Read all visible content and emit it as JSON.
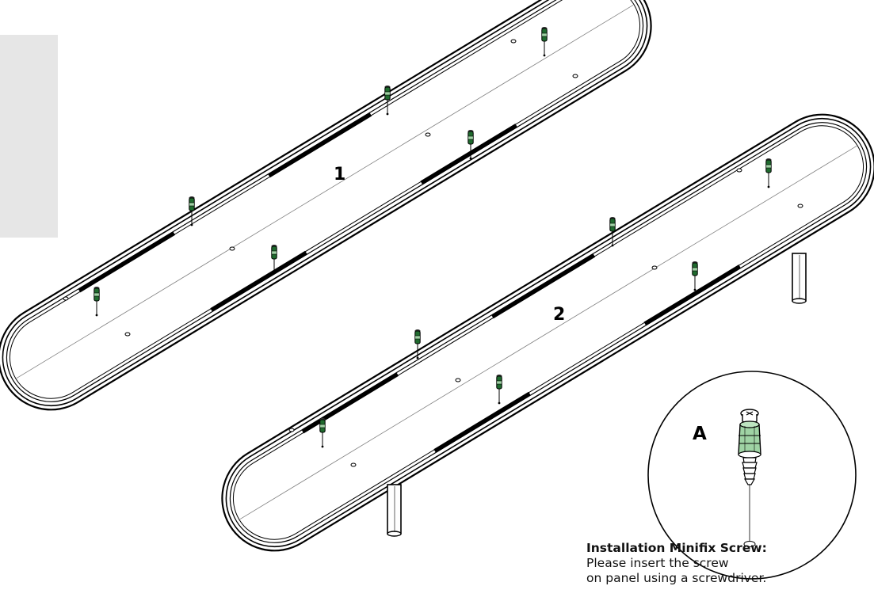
{
  "panels": [
    {
      "label": "1"
    },
    {
      "label": "2"
    }
  ],
  "detail": {
    "label": "A",
    "caption_title": "Installation Minifix Screw:",
    "caption_line1": "Please insert the screw",
    "caption_line2": "on panel using a screwdriver."
  },
  "colors": {
    "outline": "#000000",
    "screw_green": "#1f6b2e",
    "screw_light_green": "#9fd3a4",
    "side_tab": "#e6e6e6"
  }
}
